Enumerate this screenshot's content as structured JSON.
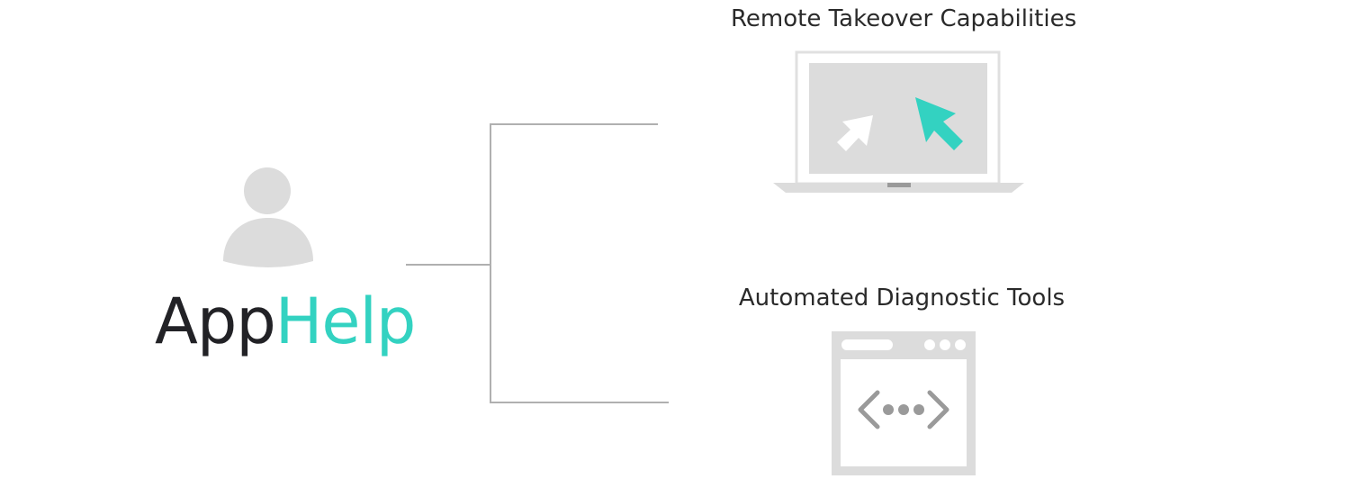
{
  "brand": {
    "name_part1": "App",
    "name_part2": "Help"
  },
  "branches": [
    {
      "label": "Remote Takeover Capabilities",
      "icon": "laptop-remote-cursor-icon"
    },
    {
      "label": "Automated Diagnostic Tools",
      "icon": "browser-code-window-icon"
    }
  ],
  "colors": {
    "accent": "#33d2c1",
    "icon_gray": "#dcdcdc",
    "icon_dark_gray": "#9a9a9a",
    "connector": "#b0b0b0",
    "brand_dark": "#222226"
  }
}
